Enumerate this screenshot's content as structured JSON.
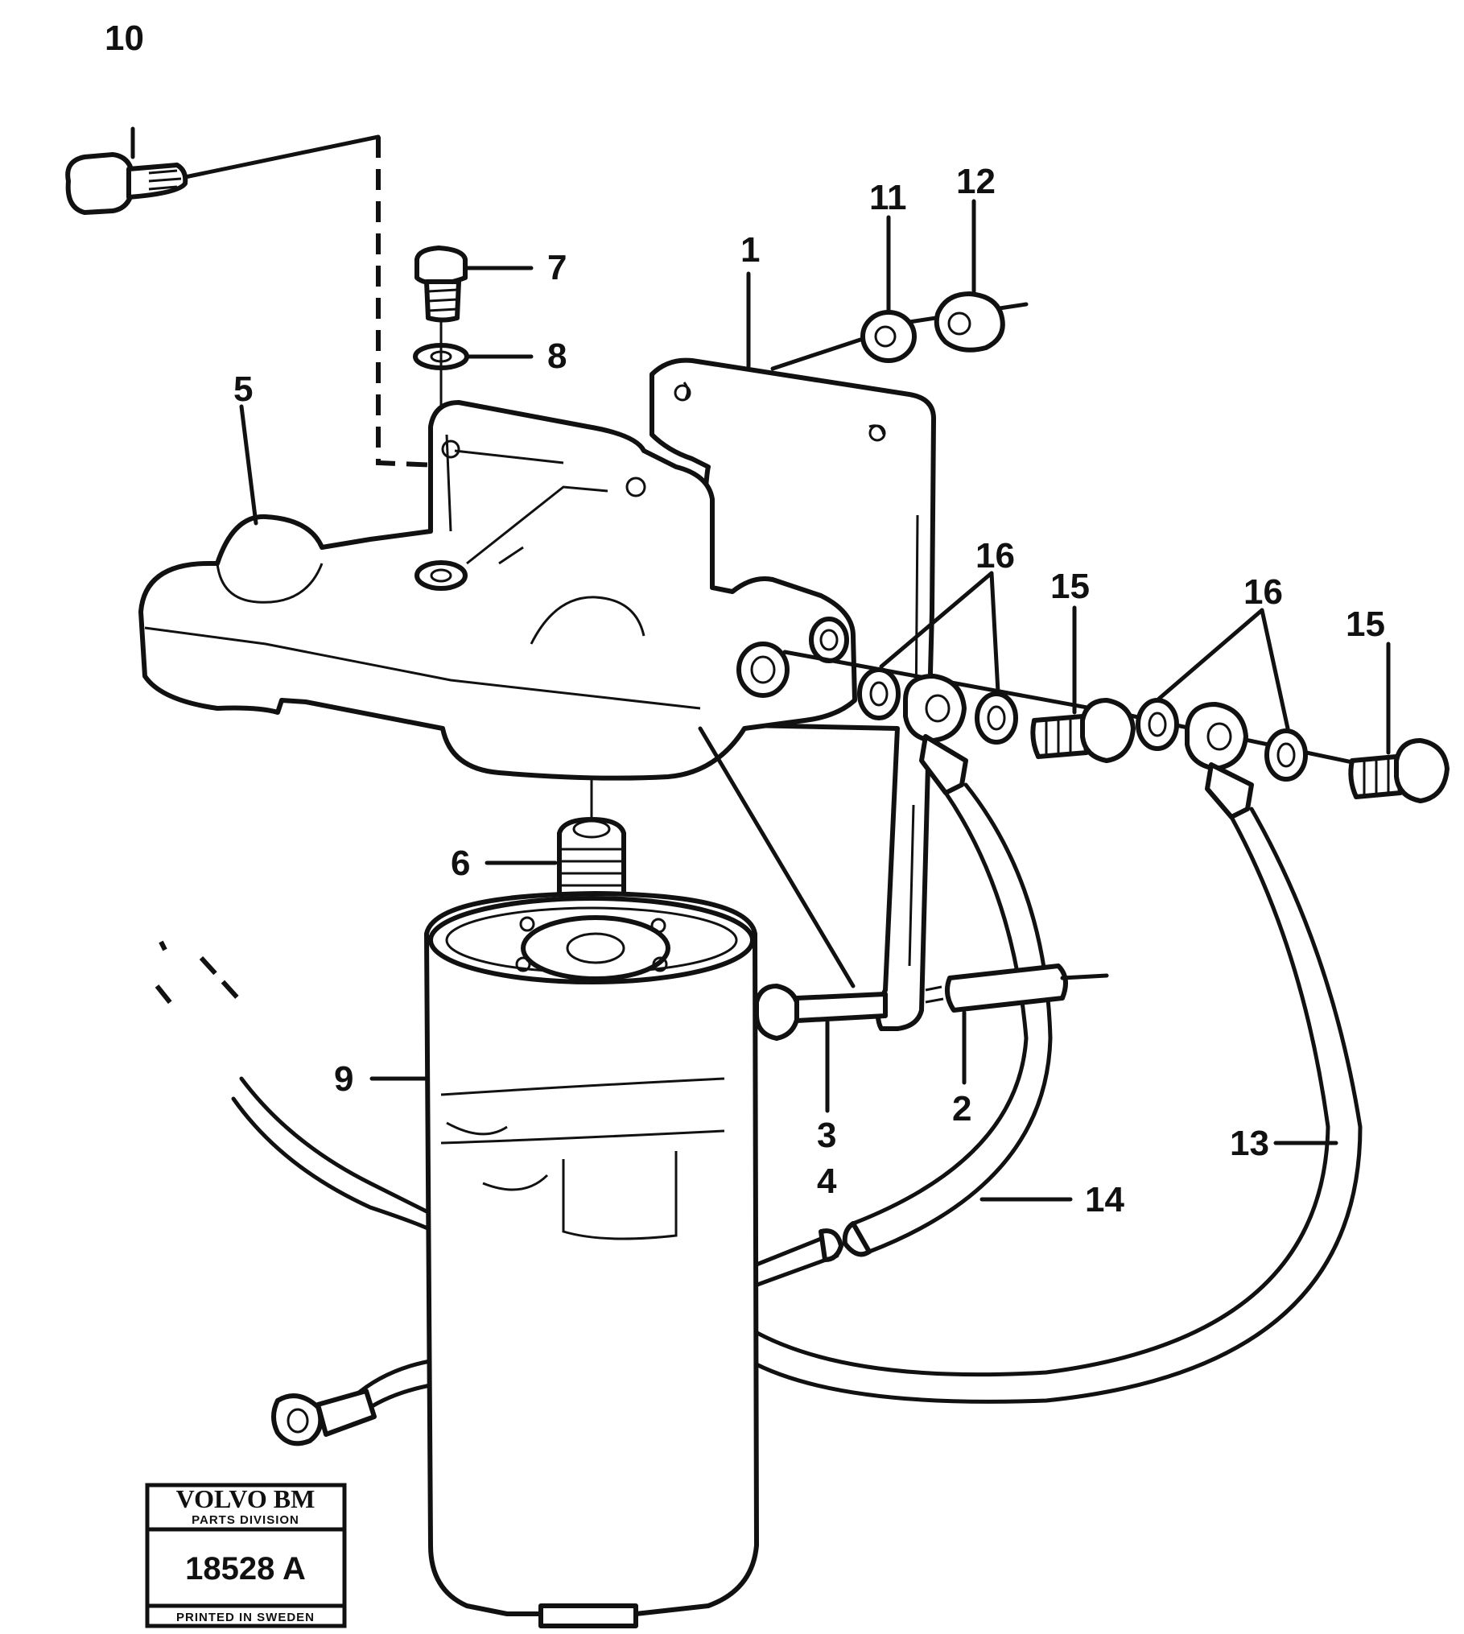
{
  "labels": {
    "p1": "1",
    "p2": "2",
    "p3": "3",
    "p4": "4",
    "p5": "5",
    "p6": "6",
    "p7": "7",
    "p8": "8",
    "p9": "9",
    "p10": "10",
    "p11": "11",
    "p12": "12",
    "p13": "13",
    "p14": "14",
    "p15a": "15",
    "p15b": "15",
    "p16a": "16",
    "p16b": "16"
  },
  "logo": {
    "brand": "VOLVO BM",
    "division": "PARTS DIVISION",
    "number": "18528 A",
    "printed": "PRINTED IN SWEDEN"
  }
}
